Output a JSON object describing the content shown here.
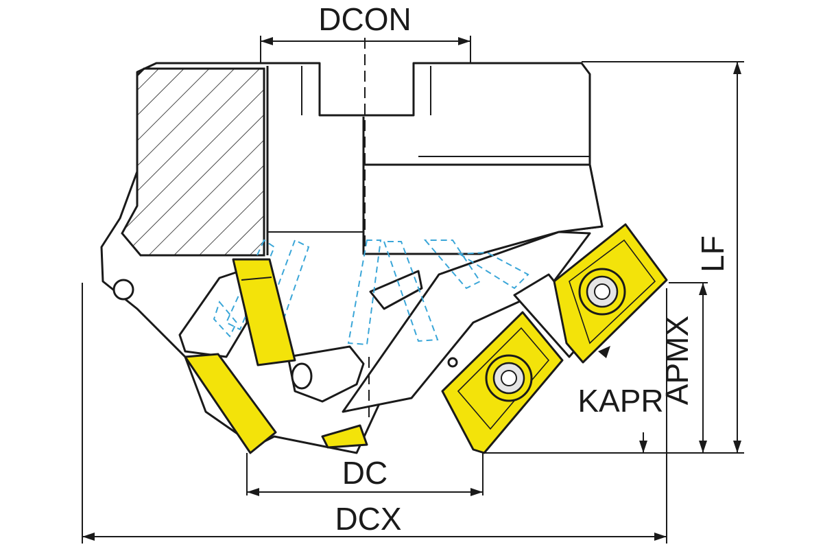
{
  "labels": {
    "dcon": "DCON",
    "lf": "LF",
    "apmx": "APMX",
    "kapr": "KAPR",
    "dc": "DC",
    "dcx": "DCX"
  },
  "colors": {
    "insert": "#f3e30a",
    "line": "#1a1a1a",
    "hidden": "#3aa6d8",
    "body": "#ffffff",
    "shade": "#e6e6e6"
  }
}
